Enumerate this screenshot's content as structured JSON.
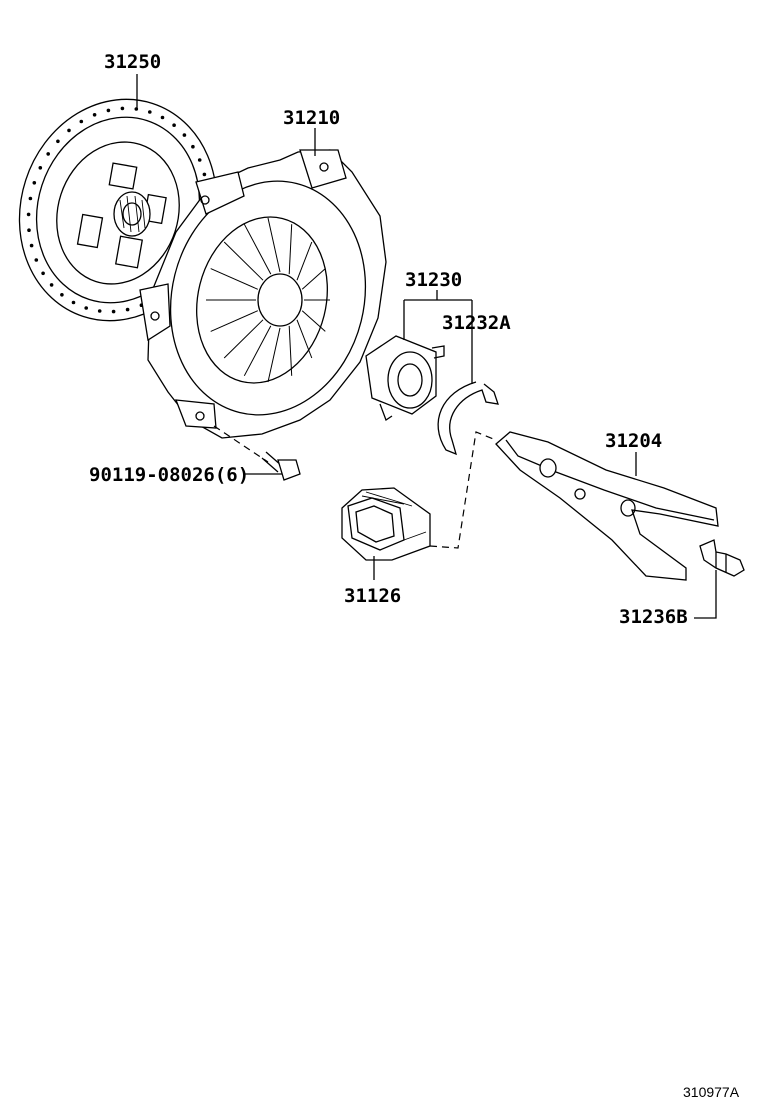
{
  "diagram_code": "310977A",
  "callouts": [
    {
      "id": "clutch-disc",
      "label": "31250"
    },
    {
      "id": "clutch-cover",
      "label": "31210"
    },
    {
      "id": "release-bearing-assy",
      "label": "31230"
    },
    {
      "id": "bearing-clip",
      "label": "31232A"
    },
    {
      "id": "release-fork",
      "label": "31204"
    },
    {
      "id": "fork-boot",
      "label": "31126"
    },
    {
      "id": "fork-pivot",
      "label": "31236B"
    },
    {
      "id": "cover-bolt",
      "label": "90119-08026(6)"
    }
  ]
}
